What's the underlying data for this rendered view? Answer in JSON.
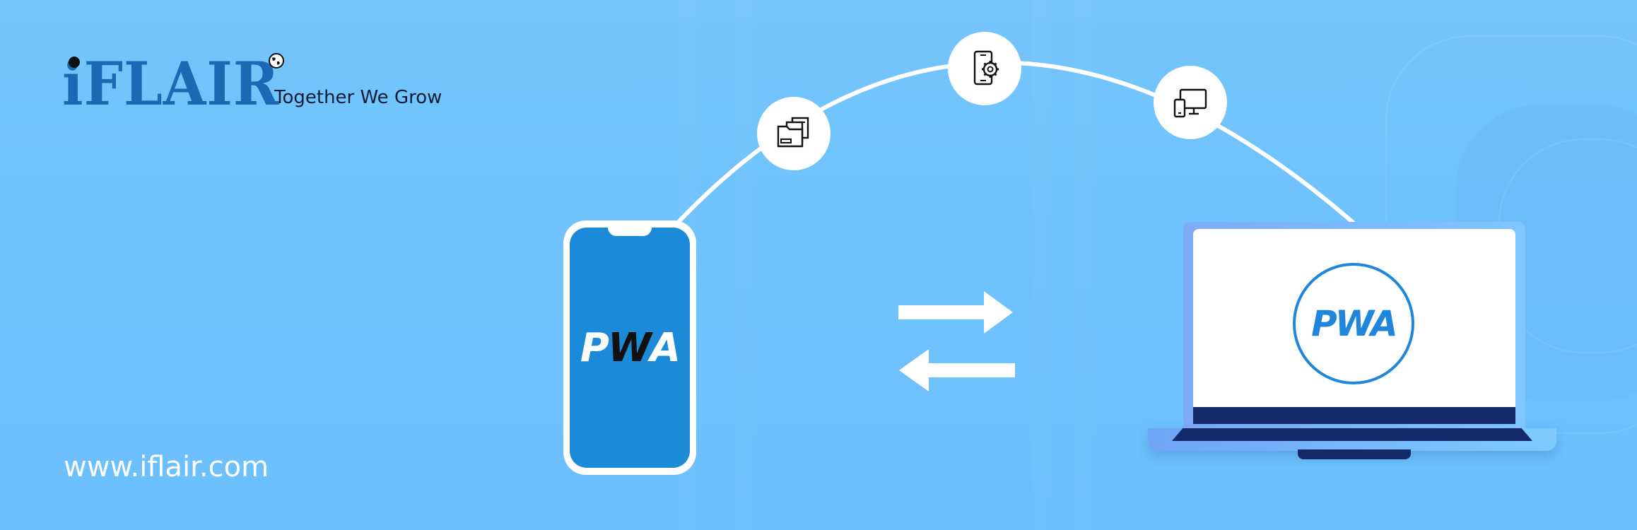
{
  "brand": {
    "name": "iFLAIR",
    "tagline": "Together We Grow",
    "website": "www.iflair.com",
    "primary_color": "#1b68b3",
    "background_color": "#6fc2fc"
  },
  "illustration": {
    "phone_logo": {
      "p": "P",
      "w": "W",
      "a": "A"
    },
    "laptop_logo": "PWA",
    "arc_icons": [
      "folder-files-icon",
      "mobile-settings-icon",
      "devices-icon"
    ],
    "sync_arrows": [
      "arrow-right-icon",
      "arrow-left-icon"
    ]
  }
}
